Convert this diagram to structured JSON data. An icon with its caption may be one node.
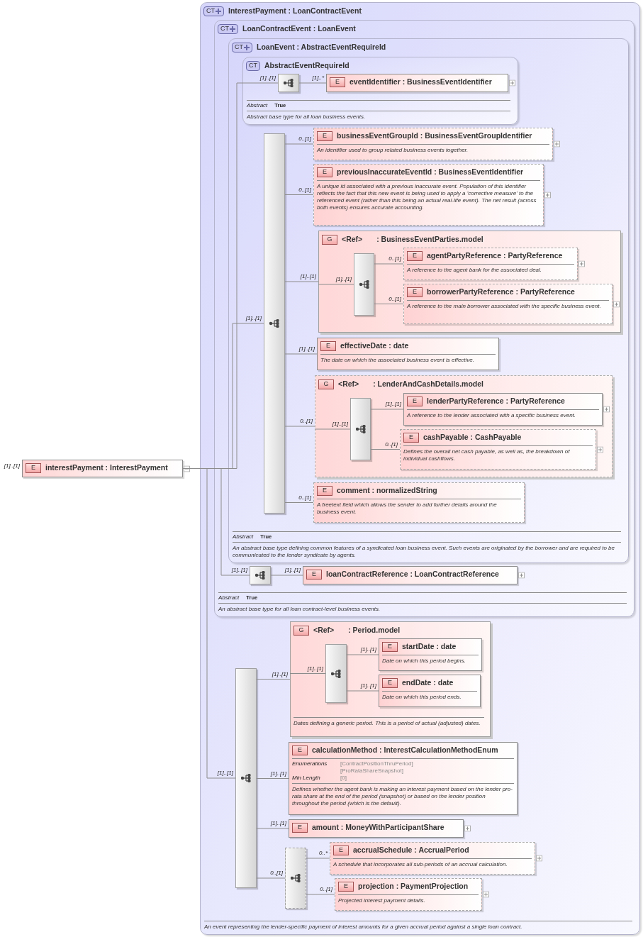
{
  "diagram": {
    "nodes": [
      {
        "text": [
          "E",
          "interestPayment : InterestPayment"
        ],
        "beside": [
          "[1]..[1]"
        ]
      },
      {
        "text": [
          "CT",
          "InterestPayment : LoanContractEvent",
          "An event representing the lender-specific payment of interest amounts for a given accrual period against a single loan contract."
        ]
      },
      {
        "text": [
          "CT",
          "LoanContractEvent : LoanEvent",
          "Abstract",
          "True",
          "An abstract base type for all loan contract-level business events."
        ],
        "in": 1
      },
      {
        "text": [
          "CT",
          "LoanEvent : AbstractEventRequireId",
          "Abstract",
          "True",
          "An abstract base type defining common features of a syndicated loan business event. Such events are originated by the borrower and are required to be communicated to the lender syndicate by agents."
        ],
        "in": 2
      },
      {
        "text": [
          "CT",
          "AbstractEventRequireId",
          "Abstract",
          "True",
          "Abstract base type for all loan business events."
        ],
        "in": 3
      },
      {
        "text": [],
        "shape": "box",
        "in": 4
      },
      {
        "text": [
          "E",
          "eventIdentifier : BusinessEventIdentifier"
        ],
        "in": 4
      },
      {
        "text": [],
        "shape": "box",
        "in": 3
      },
      {
        "text": [
          "E",
          "businessEventGroupId : BusinessEventGroupIdentifier",
          "An identifier used to group related business events together."
        ],
        "in": 3
      },
      {
        "text": [
          "E",
          "previousInaccurateEventId : BusinessEventIdentifier",
          "A unique id associated with a previous inaccurate event. Population of this identifier reflects the fact that this new event is being used to apply a 'corrective measure' to the referenced event (rather than this being an actual real-life event). The net result (across both events) ensures accurate accounting."
        ],
        "in": 3
      },
      {
        "text": [
          "G",
          "<Ref>",
          ": BusinessEventParties.model"
        ],
        "in": 3
      },
      {
        "text": [],
        "shape": "box",
        "in": 10
      },
      {
        "text": [
          "E",
          "agentPartyReference : PartyReference",
          "A reference to the agent bank for the associated deal."
        ],
        "in": 10
      },
      {
        "text": [
          "E",
          "borrowerPartyReference : PartyReference",
          "A reference to the main borrower associated with the specific business event."
        ],
        "in": 10
      },
      {
        "text": [
          "E",
          "effectiveDate : date",
          "The date on which the associated business event is effective."
        ],
        "in": 3
      },
      {
        "text": [
          "G",
          "<Ref>",
          ": LenderAndCashDetails.model"
        ],
        "in": 3
      },
      {
        "text": [],
        "shape": "box",
        "in": 15
      },
      {
        "text": [
          "E",
          "lenderPartyReference : PartyReference",
          "A reference to the lender associated with a specific business event."
        ],
        "in": 15
      },
      {
        "text": [
          "E",
          "cashPayable : CashPayable",
          "Defines the overall net cash payable, as well as, the breakdown of individual cashflows."
        ],
        "in": 15
      },
      {
        "text": [
          "E",
          "comment : normalizedString",
          "A freetext field which allows the sender to add further details around the business event."
        ],
        "in": 3
      },
      {
        "text": [],
        "shape": "box",
        "in": 2
      },
      {
        "text": [
          "E",
          "loanContractReference : LoanContractReference"
        ],
        "in": 2
      },
      {
        "text": [],
        "shape": "box",
        "in": 1
      },
      {
        "text": [
          "G",
          "<Ref>",
          ": Period.model",
          "Dates defining a generic period. This is a period of actual (adjusted) dates."
        ],
        "in": 1
      },
      {
        "text": [],
        "shape": "box",
        "in": 23
      },
      {
        "text": [
          "E",
          "startDate : date",
          "Date on which this period begins."
        ],
        "in": 23
      },
      {
        "text": [
          "E",
          "endDate : date",
          "Date on which this period ends."
        ],
        "in": 23
      },
      {
        "text": [
          "E",
          "calculationMethod : InterestCalculationMethodEnum",
          "Enumerations",
          "[ContractPositionThruPeriod]",
          "[ProRataShareSnapshot]",
          "Min Length",
          "[0]",
          "Defines whether the agent bank is making an interest payment based on the lender pro-rata share at the end of the period (snapshot) or based on the lender position throughout the period (which is the default)."
        ],
        "in": 1
      },
      {
        "text": [
          "E",
          "amount : MoneyWithParticipantShare"
        ],
        "in": 1
      },
      {
        "text": [],
        "shape": "box",
        "in": 1
      },
      {
        "text": [
          "E",
          "accrualSchedule : AccrualPeriod",
          "A schedule that incorporates all sub-periods of an accrual calculation."
        ],
        "in": 1
      },
      {
        "text": [
          "E",
          "projection : PaymentProjection",
          "Projected interest payment details."
        ],
        "in": 1
      }
    ],
    "edges": [
      {
        "from": 0,
        "to": 5,
        "arrow": "none",
        "label": "[1]..[1]"
      },
      {
        "from": 5,
        "to": 6,
        "arrow": "none",
        "label": "[1]..*"
      },
      {
        "from": 0,
        "to": 7,
        "arrow": "none",
        "label": "[1]..[1]"
      },
      {
        "from": 7,
        "to": 8,
        "arrow": "none",
        "label": "0..[1]"
      },
      {
        "from": 7,
        "to": 9,
        "arrow": "none",
        "label": "0..[1]"
      },
      {
        "from": 7,
        "to": 10,
        "arrow": "none",
        "label": "[1]..[1]"
      },
      {
        "from": 10,
        "to": 11,
        "arrow": "none",
        "label": "[1]..[1]"
      },
      {
        "from": 11,
        "to": 12,
        "arrow": "none",
        "label": "0..[1]"
      },
      {
        "from": 11,
        "to": 13,
        "arrow": "none",
        "label": "0..[1]"
      },
      {
        "from": 7,
        "to": 14,
        "arrow": "none",
        "label": "[1]..[1]"
      },
      {
        "from": 7,
        "to": 15,
        "arrow": "none",
        "label": "0..[1]"
      },
      {
        "from": 15,
        "to": 16,
        "arrow": "none",
        "label": "[1]..[1]"
      },
      {
        "from": 16,
        "to": 17,
        "arrow": "none",
        "label": "[1]..[1]"
      },
      {
        "from": 16,
        "to": 18,
        "arrow": "none",
        "label": "0..[1]"
      },
      {
        "from": 7,
        "to": 19,
        "arrow": "none",
        "label": "0..[1]"
      },
      {
        "from": 0,
        "to": 20,
        "arrow": "none",
        "label": "[1]..[1]"
      },
      {
        "from": 20,
        "to": 21,
        "arrow": "none",
        "label": "[1]..[1]"
      },
      {
        "from": 0,
        "to": 22,
        "arrow": "none",
        "label": "[1]..[1]"
      },
      {
        "from": 22,
        "to": 23,
        "arrow": "none",
        "label": "[1]..[1]"
      },
      {
        "from": 23,
        "to": 24,
        "arrow": "none",
        "label": "[1]..[1]"
      },
      {
        "from": 24,
        "to": 25,
        "arrow": "none",
        "label": "[1]..[1]"
      },
      {
        "from": 24,
        "to": 26,
        "arrow": "none",
        "label": "[1]..[1]"
      },
      {
        "from": 22,
        "to": 27,
        "arrow": "none",
        "label": "[1]..[1]"
      },
      {
        "from": 22,
        "to": 28,
        "arrow": "none",
        "label": "[1]..[1]"
      },
      {
        "from": 22,
        "to": 29,
        "arrow": "none",
        "label": "0..[1]"
      },
      {
        "from": 29,
        "to": 30,
        "arrow": "none",
        "label": "0..*"
      },
      {
        "from": 29,
        "to": 31,
        "arrow": "none",
        "label": "0..[1]"
      }
    ]
  }
}
